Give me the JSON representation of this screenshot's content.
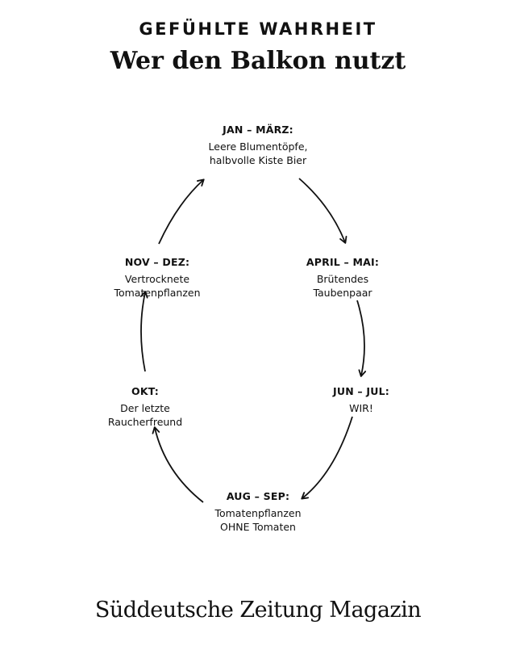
{
  "header": {
    "kicker": "GEFÜHLTE WAHRHEIT",
    "title": "Wer den Balkon nutzt"
  },
  "cycle": {
    "nodes": [
      {
        "id": "jan",
        "period": "JAN – MÄRZ:",
        "lines": [
          "Leere Blumentöpfe,",
          "halbvolle Kiste Bier"
        ]
      },
      {
        "id": "apr",
        "period": "APRIL – MAI:",
        "lines": [
          "Brütendes",
          "Taubenpaar"
        ]
      },
      {
        "id": "jun",
        "period": "JUN – JUL:",
        "lines": [
          "WIR!"
        ]
      },
      {
        "id": "aug",
        "period": "AUG – SEP:",
        "lines": [
          "Tomatenpflanzen",
          "OHNE Tomaten"
        ]
      },
      {
        "id": "okt",
        "period": "OKT:",
        "lines": [
          "Der letzte",
          "Raucherfreund"
        ]
      },
      {
        "id": "nov",
        "period": "NOV – DEZ:",
        "lines": [
          "Vertrocknete",
          "Tomatenpflanzen"
        ]
      }
    ],
    "direction": "clockwise",
    "edges": [
      {
        "from": "jan",
        "to": "apr"
      },
      {
        "from": "apr",
        "to": "jun"
      },
      {
        "from": "jun",
        "to": "aug"
      },
      {
        "from": "aug",
        "to": "okt"
      },
      {
        "from": "okt",
        "to": "nov"
      },
      {
        "from": "nov",
        "to": "jan"
      }
    ]
  },
  "footer": {
    "brand": "Süddeutsche Zeitung Magazin"
  }
}
